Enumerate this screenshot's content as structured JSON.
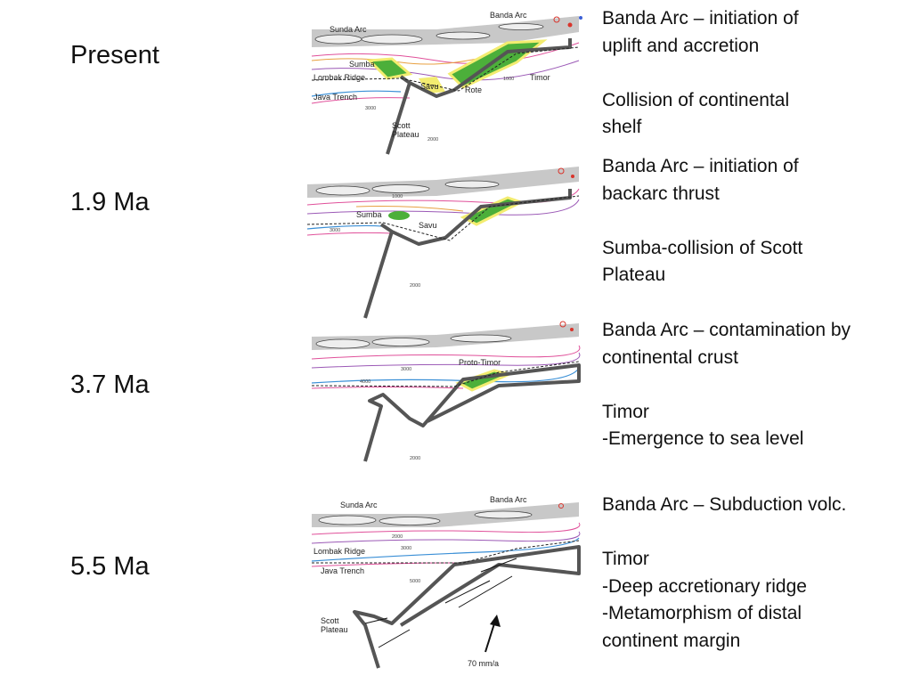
{
  "panels": [
    {
      "age": "Present",
      "notes": [
        "Banda Arc – initiation of",
        "uplift and accretion",
        "",
        "Collision of continental",
        "shelf"
      ],
      "map_labels": {
        "banda_arc": "Banda Arc",
        "sunda_arc": "Sunda Arc",
        "sumba": "Sumba",
        "lombak_ridge": "Lombak Ridge",
        "savu": "Savu",
        "timor": "Timor",
        "rote": "Rote",
        "java_trench": "Java Trench",
        "scott_plateau": "Scott\nPlateau",
        "depth_1000": "1000",
        "depth_2000": "2000",
        "depth_3000": "3000"
      }
    },
    {
      "age": "1.9 Ma",
      "notes": [
        "Banda Arc – initiation of",
        "backarc thrust",
        "",
        "Sumba-collision of Scott",
        "Plateau"
      ],
      "map_labels": {
        "sumba": "Sumba",
        "savu": "Savu",
        "depth_1000": "1000",
        "depth_2000": "2000",
        "depth_3000": "3000"
      }
    },
    {
      "age": "3.7 Ma",
      "notes": [
        "Banda Arc – contamination by",
        "continental crust",
        "",
        "Timor",
        "-Emergence to sea level"
      ],
      "map_labels": {
        "proto_timor": "Proto-Timor",
        "depth_3000": "3000",
        "depth_4000": "4000",
        "depth_2000": "2000"
      }
    },
    {
      "age": "5.5 Ma",
      "notes": [
        "Banda Arc – Subduction volc.",
        "",
        "Timor",
        "-Deep accretionary ridge",
        "-Metamorphism of distal",
        "continent margin"
      ],
      "map_labels": {
        "sunda_arc": "Sunda Arc",
        "banda_arc": "Banda Arc",
        "lombak_ridge": "Lombak Ridge",
        "java_trench": "Java Trench",
        "scott_plateau": "Scott\nPlateau",
        "velocity": "70 mm/a",
        "depth_2000": "2000",
        "depth_3000": "3000",
        "depth_5000": "5000"
      }
    }
  ],
  "colors": {
    "arc_band": "#c8c8c8",
    "island_fill": "#e6e6e6",
    "margin_outline": "#555555",
    "contour_pink": "#e0509a",
    "contour_purple": "#9b59b6",
    "contour_blue": "#3a8fd6",
    "contour_orange": "#e8a040",
    "uplift_green": "#4caf3a",
    "uplift_yellow": "#f3ec70",
    "volcano_red": "#d9342b"
  }
}
